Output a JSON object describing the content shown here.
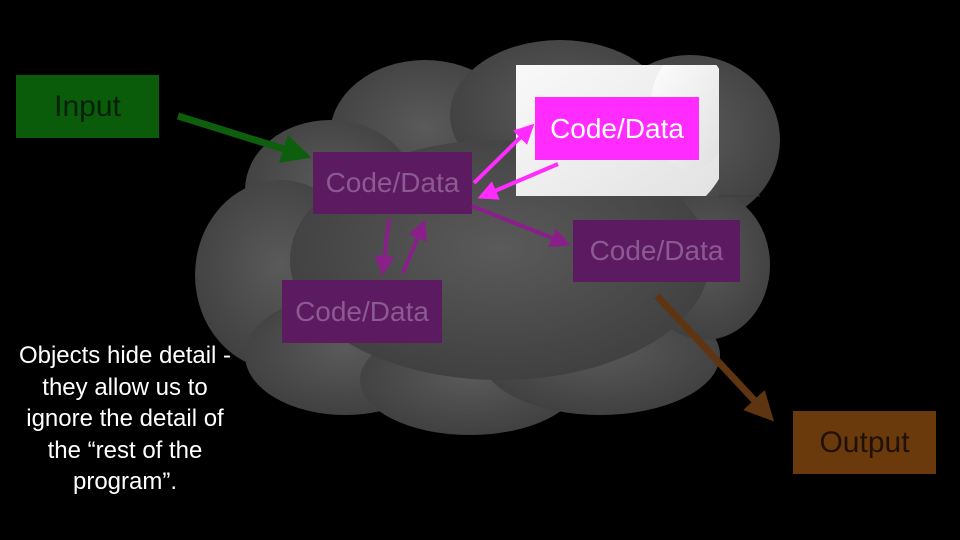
{
  "boxes": {
    "input": "Input",
    "output": "Output",
    "center": "Code/Data",
    "bottom": "Code/Data",
    "right": "Code/Data",
    "focus": "Code/Data"
  },
  "caption": "Objects hide detail - they allow us to ignore the detail of the “rest of the program”.",
  "colors": {
    "background": "#000000",
    "cloud": "#4a4a4a",
    "spotlight": "#f0f0f0",
    "input": "#0a5c0a",
    "output": "#6b3a0c",
    "object": "#5c1a61",
    "focus_object": "#ff2bff",
    "input_arrow": "#0d5e0d",
    "output_arrow": "#5e3510",
    "object_arrow": "#8a1f8a"
  }
}
